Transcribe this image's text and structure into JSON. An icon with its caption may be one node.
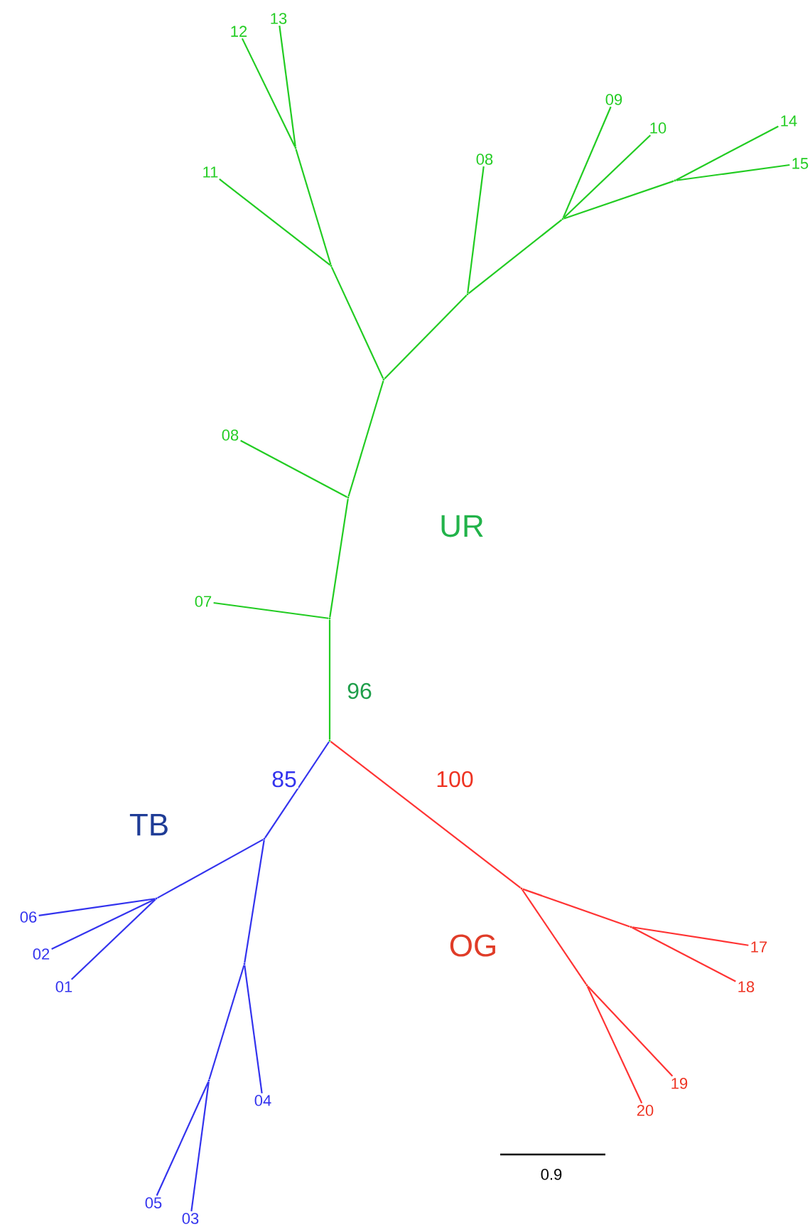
{
  "diagram": {
    "nodes": [
      {
        "text": [
          "12"
        ]
      },
      {
        "text": [
          "13"
        ]
      },
      {
        "text": [
          "09"
        ]
      },
      {
        "text": [
          "14"
        ]
      },
      {
        "text": [
          "10"
        ]
      },
      {
        "text": [
          "08"
        ]
      },
      {
        "text": [
          "15"
        ]
      },
      {
        "text": [
          "11"
        ]
      },
      {
        "text": [
          "08"
        ]
      },
      {
        "text": [
          "07"
        ]
      },
      {
        "text": [
          "06"
        ]
      },
      {
        "text": [
          "17"
        ]
      },
      {
        "text": [
          "02"
        ]
      },
      {
        "text": [
          "18"
        ]
      },
      {
        "text": [
          "01"
        ]
      },
      {
        "text": [
          "19"
        ]
      },
      {
        "text": [
          "04"
        ]
      },
      {
        "text": [
          "20"
        ]
      },
      {
        "text": [
          "05"
        ]
      },
      {
        "text": [
          "03"
        ]
      },
      {
        "text": [],
        "shape": "point"
      },
      {
        "text": [],
        "shape": "point"
      },
      {
        "text": [],
        "shape": "point"
      },
      {
        "text": [],
        "shape": "point"
      },
      {
        "text": [],
        "shape": "point"
      },
      {
        "text": [],
        "shape": "point"
      },
      {
        "text": [],
        "shape": "point"
      },
      {
        "text": [],
        "shape": "point"
      },
      {
        "text": [],
        "shape": "point"
      },
      {
        "text": [],
        "shape": "point"
      },
      {
        "text": [],
        "shape": "point"
      },
      {
        "text": [],
        "shape": "point"
      },
      {
        "text": [],
        "shape": "point"
      },
      {
        "text": [],
        "shape": "point"
      },
      {
        "text": [],
        "shape": "point"
      },
      {
        "text": [],
        "shape": "point"
      }
    ],
    "edges": [
      {
        "from": 28,
        "to": 27,
        "arrow": "none",
        "label": "96"
      },
      {
        "from": 27,
        "to": 9,
        "arrow": "none"
      },
      {
        "from": 27,
        "to": 26,
        "arrow": "none"
      },
      {
        "from": 26,
        "to": 8,
        "arrow": "none"
      },
      {
        "from": 26,
        "to": 25,
        "arrow": "none"
      },
      {
        "from": 25,
        "to": 23,
        "arrow": "none"
      },
      {
        "from": 23,
        "to": 7,
        "arrow": "none"
      },
      {
        "from": 23,
        "to": 20,
        "arrow": "none"
      },
      {
        "from": 20,
        "to": 0,
        "arrow": "none"
      },
      {
        "from": 20,
        "to": 1,
        "arrow": "none"
      },
      {
        "from": 25,
        "to": 24,
        "arrow": "none"
      },
      {
        "from": 24,
        "to": 5,
        "arrow": "none"
      },
      {
        "from": 24,
        "to": 22,
        "arrow": "none"
      },
      {
        "from": 22,
        "to": 2,
        "arrow": "none"
      },
      {
        "from": 22,
        "to": 4,
        "arrow": "none"
      },
      {
        "from": 22,
        "to": 21,
        "arrow": "none"
      },
      {
        "from": 21,
        "to": 3,
        "arrow": "none"
      },
      {
        "from": 21,
        "to": 6,
        "arrow": "none"
      },
      {
        "from": 28,
        "to": 29,
        "arrow": "none",
        "color": "#3333ee",
        "label": "85"
      },
      {
        "from": 29,
        "to": 31,
        "arrow": "none",
        "color": "#3333ee"
      },
      {
        "from": 31,
        "to": 10,
        "arrow": "none",
        "color": "#3333ee"
      },
      {
        "from": 31,
        "to": 12,
        "arrow": "none",
        "color": "#3333ee"
      },
      {
        "from": 31,
        "to": 14,
        "arrow": "none",
        "color": "#3333ee"
      },
      {
        "from": 29,
        "to": 33,
        "arrow": "none",
        "color": "#3333ee"
      },
      {
        "from": 33,
        "to": 16,
        "arrow": "none",
        "color": "#3333ee"
      },
      {
        "from": 33,
        "to": 35,
        "arrow": "none",
        "color": "#3333ee"
      },
      {
        "from": 35,
        "to": 18,
        "arrow": "none",
        "color": "#3333ee"
      },
      {
        "from": 35,
        "to": 19,
        "arrow": "none",
        "color": "#3333ee"
      },
      {
        "from": 28,
        "to": 30,
        "arrow": "none",
        "color": "#ff3333",
        "label": "100"
      },
      {
        "from": 30,
        "to": 32,
        "arrow": "none",
        "color": "#ff3333"
      },
      {
        "from": 32,
        "to": 11,
        "arrow": "none",
        "color": "#ff3333"
      },
      {
        "from": 32,
        "to": 13,
        "arrow": "none",
        "color": "#ff3333"
      },
      {
        "from": 30,
        "to": 34,
        "arrow": "none",
        "color": "#ff3333"
      },
      {
        "from": 34,
        "to": 15,
        "arrow": "none",
        "color": "#ff3333"
      },
      {
        "from": 34,
        "to": 17,
        "arrow": "none",
        "color": "#ff3333"
      }
    ],
    "labels": [
      "UR",
      "TB",
      "OG",
      "0.9"
    ]
  }
}
